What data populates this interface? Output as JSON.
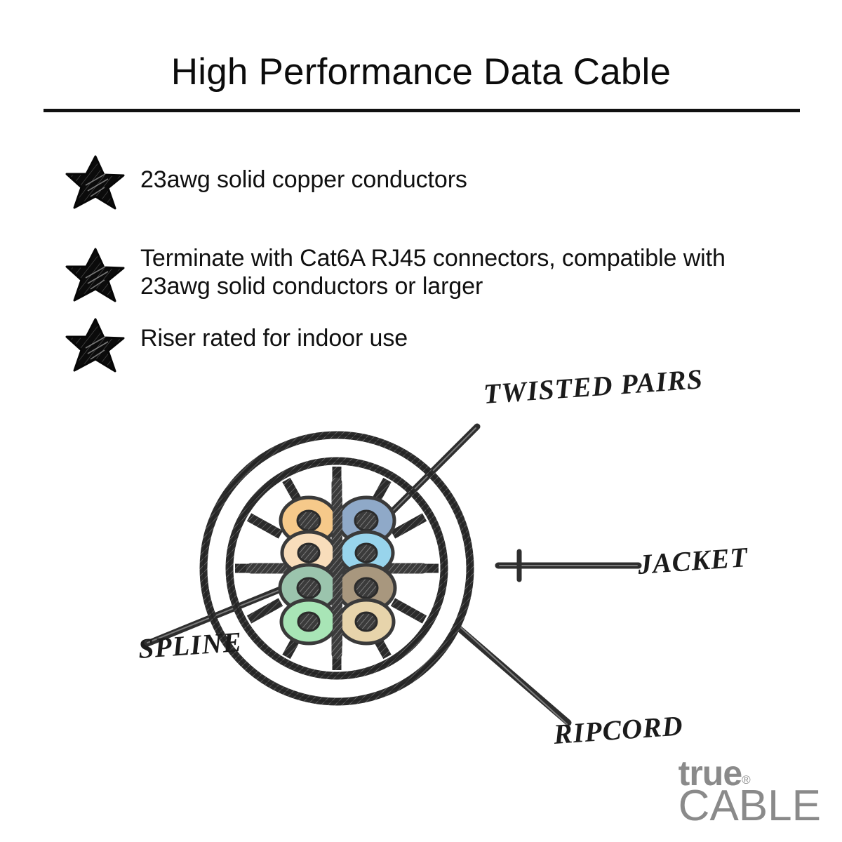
{
  "header": {
    "title": "High Performance Data Cable",
    "rule_color": "#111111"
  },
  "features": {
    "bullet_icon": "star-icon",
    "items": [
      {
        "text": "23awg solid copper conductors"
      },
      {
        "text": "Terminate with Cat6A RJ45 connectors, compatible with 23awg solid conductors or larger"
      },
      {
        "text": "Riser rated for indoor use"
      }
    ]
  },
  "diagram": {
    "name": "cable-cross-section",
    "labels": {
      "twisted_pairs": "TWISTED PAIRS",
      "jacket": "JACKET",
      "spline": "SPLINE",
      "ripcord": "RIPCORD"
    },
    "stroke_color": "#2b2b2b",
    "conductors": [
      {
        "name": "orange",
        "color": "#f6c98a",
        "pair": "orange"
      },
      {
        "name": "orange-white",
        "color": "#f8ddbb",
        "pair": "orange"
      },
      {
        "name": "blue",
        "color": "#8fa9c8",
        "pair": "blue"
      },
      {
        "name": "blue-white",
        "color": "#98d4ec",
        "pair": "blue"
      },
      {
        "name": "green",
        "color": "#9bc4ad",
        "pair": "green"
      },
      {
        "name": "green-white",
        "color": "#a8e5b6",
        "pair": "green"
      },
      {
        "name": "brown",
        "color": "#a8977e",
        "pair": "brown"
      },
      {
        "name": "brown-white",
        "color": "#e7d4ab",
        "pair": "brown"
      }
    ]
  },
  "brand": {
    "word_top": "true",
    "registered_mark": "®",
    "word_bottom": "CABLE",
    "color": "#8a8a8a"
  }
}
